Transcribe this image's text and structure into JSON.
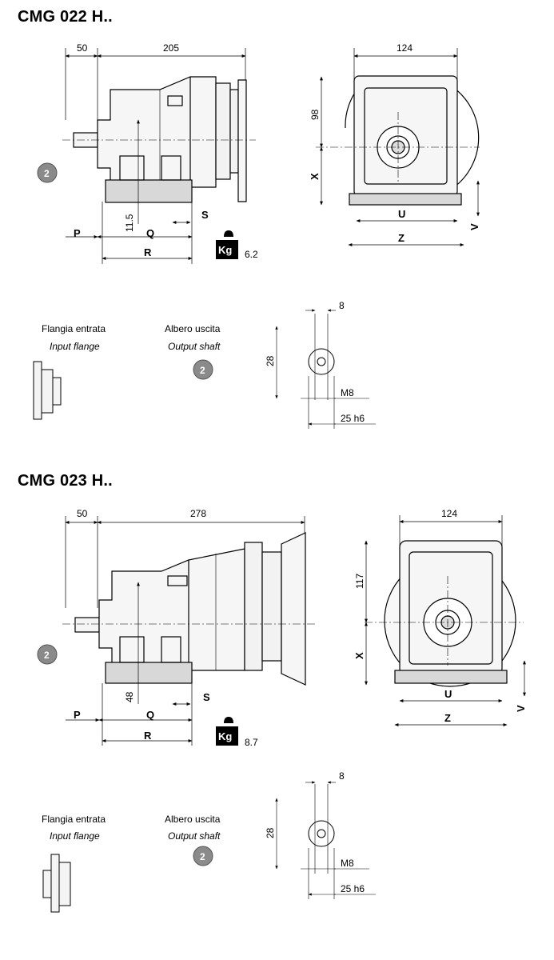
{
  "sections": [
    {
      "title": "CMG 022 H..",
      "dims": {
        "a": "50",
        "b": "205",
        "w": "124",
        "h": "98",
        "s": "11.5"
      },
      "weight": "6.2",
      "shaft": {
        "key": "8",
        "height": "28",
        "thread": "M8",
        "dia": "25 h6"
      }
    },
    {
      "title": "CMG 023 H..",
      "dims": {
        "a": "50",
        "b": "278",
        "w": "124",
        "h": "117",
        "s": "48"
      },
      "weight": "8.7",
      "shaft": {
        "key": "8",
        "height": "28",
        "thread": "M8",
        "dia": "25 h6"
      }
    }
  ],
  "letters": {
    "P": "P",
    "Q": "Q",
    "R": "R",
    "S": "S",
    "U": "U",
    "V": "V",
    "X": "X",
    "Z": "Z"
  },
  "badge": "2",
  "kg_label": "Kg",
  "input_flange": {
    "it": "Flangia entrata",
    "en": "Input flange"
  },
  "output_shaft": {
    "it": "Albero uscita",
    "en": "Output shaft"
  }
}
